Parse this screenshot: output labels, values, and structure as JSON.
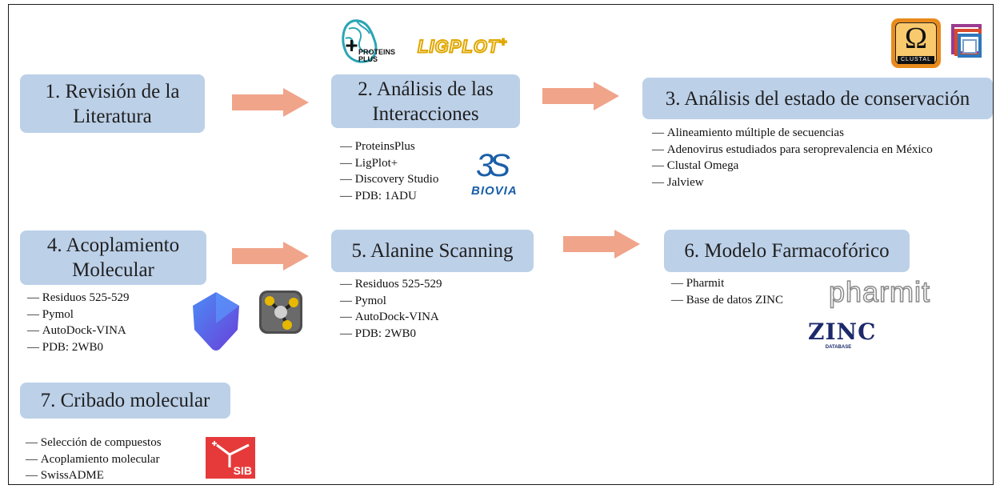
{
  "steps": [
    {
      "label": "1. Revisión de la Literatura"
    },
    {
      "label": "2. Análisis de las Interacciones"
    },
    {
      "label": "3. Análisis del estado de conservación"
    },
    {
      "label": "4. Acoplamiento Molecular"
    },
    {
      "label": "5. Alanine Scanning"
    },
    {
      "label": "6. Modelo Farmacofórico"
    },
    {
      "label": "7. Cribado molecular"
    }
  ],
  "lists": {
    "step2": [
      "ProteinsPlus",
      "LigPlot+",
      "Discovery Studio",
      "PDB: 1ADU"
    ],
    "step3": [
      "Alineamiento múltiple de secuencias",
      "Adenovirus estudiados para seroprevalencia en México",
      "Clustal Omega",
      "Jalview"
    ],
    "step4": [
      "Residuos 525-529",
      "Pymol",
      "AutoDock-VINA",
      "PDB: 2WB0"
    ],
    "step5": [
      "Residuos 525-529",
      "Pymol",
      "AutoDock-VINA",
      "PDB: 2WB0"
    ],
    "step6": [
      "Pharmit",
      "Base de datos ZINC"
    ],
    "step7": [
      "Selección de compuestos",
      "Acoplamiento molecular",
      "SwissADME"
    ]
  },
  "logos": {
    "proteinsplus": {
      "line1": "PROTEINS",
      "line2": "PLUS",
      "icon": "proteinsplus-logo"
    },
    "ligplot": {
      "text": "LIGPLOT",
      "sup": "+",
      "icon": "ligplot-logo"
    },
    "clustal": {
      "symbol": "Ω",
      "text": "CLUSTAL",
      "icon": "clustal-omega-logo"
    },
    "jalview": {
      "icon": "jalview-logo"
    },
    "biovia": {
      "symbol": "3S",
      "text": "BIOVIA",
      "icon": "biovia-discovery-studio-logo"
    },
    "autodock_vina": {
      "icon": "autodock-vina-logo"
    },
    "pymol": {
      "icon": "molecule-logo"
    },
    "pharmit": {
      "text": "pharmit",
      "icon": "pharmit-logo"
    },
    "zinc": {
      "text": "ZINC",
      "sub": "DATABASE",
      "icon": "zinc-logo"
    },
    "sib": {
      "text": "SIB",
      "icon": "sib-logo"
    }
  },
  "colors": {
    "step_box": "#bcd0e8",
    "arrow": "#f0a48a",
    "ligplot_orange": "#e0a800",
    "clustal_orange": "#e98b1c",
    "biovia_blue": "#1a5fa8",
    "pharmit_grey": "#9a9a9a",
    "zinc_navy": "#1c2a6b",
    "sib_red": "#e63a3a"
  }
}
